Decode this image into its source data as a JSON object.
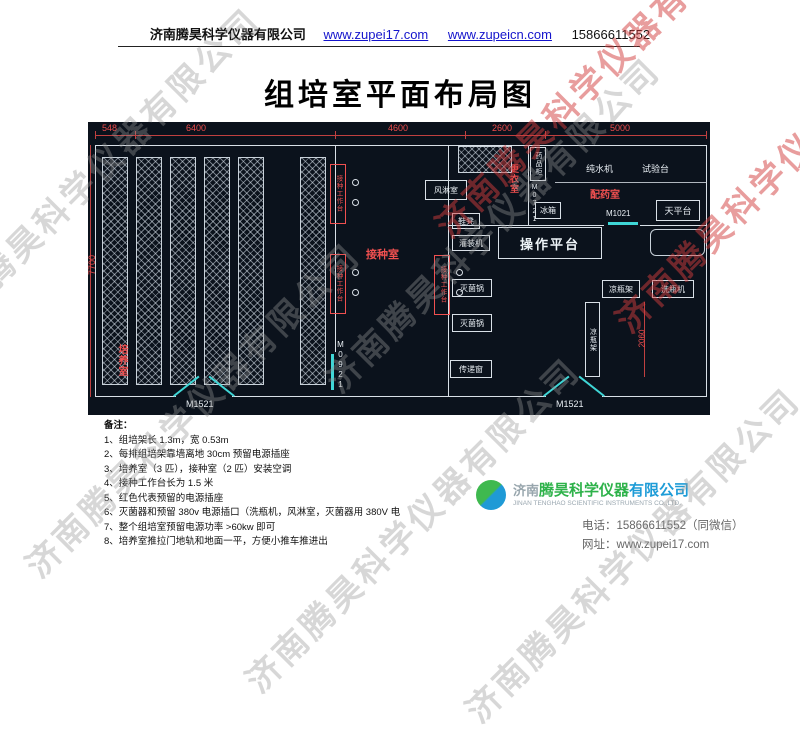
{
  "header": {
    "company": "济南腾昊科学仪器有限公司",
    "link1": "www.zupei17.com",
    "link2": "www.zupeicn.com",
    "phone": "15866611552"
  },
  "title": "组培室平面布局图",
  "watermark": "济南腾昊科学仪器有限公司",
  "colors": {
    "dimension_red": "#e04646",
    "wall_white": "#d9e0e7",
    "door_cyan": "#3fd6d6",
    "link_blue": "#1414cc",
    "logo_green": "#2eb24a",
    "logo_blue": "#1e9cd7",
    "drawing_background": "#0b121c"
  },
  "plan": {
    "dims": {
      "d548": "548",
      "d6400": "6400",
      "d4600": "4600",
      "d2600": "2600",
      "d5000": "5000",
      "d7700": "7700",
      "d2060": "2060"
    },
    "rooms": {
      "culture": "培养室",
      "inoculation": "接种室",
      "air_shower": "风淋室",
      "changing": "更衣室",
      "dispensing": "配药室"
    },
    "items": {
      "medicine_cabinet": "药品柜",
      "pure_water": "纯水机",
      "test_bench": "试验台",
      "balance": "天平台",
      "fridge": "冰箱",
      "shoe_bench": "鞋凳",
      "filler": "灌装机",
      "platform": "操作平台",
      "sterilizer": "灭菌锅",
      "transfer": "传递窗",
      "rack": "凉瓶架",
      "washer": "洗瓶机",
      "workbench": "接种工作台"
    },
    "doors": {
      "m1521": "M1521",
      "m0921": "M0921",
      "m0721": "M0721",
      "m1021": "M1021"
    }
  },
  "notes": {
    "heading": "备注：",
    "items": [
      "1、组培架长 1.3m，宽 0.53m",
      "2、每排组培架靠墙离地 30cm 预留电源插座",
      "3、培养室（3 匹），接种室（2 匹）安装空调",
      "4、接种工作台长为 1.5 米",
      "5、红色代表预留的电源插座",
      "6、灭菌器和预留 380v 电源插口（洗瓶机，风淋室，灭菌器用 380V 电",
      "7、整个组培室预留电源功率 >60kw 即可",
      "8、培养室推拉门地轨和地面一平，方便小推车推进出"
    ]
  },
  "footer": {
    "company_prefix": "济南",
    "company_mid": "腾昊科学仪器",
    "company_suffix": "有限公司",
    "company_en": "JINAN TENGHAO SCIENTIFIC INSTRUMENTS CO.,LTD.",
    "phone": "电话：15866611552（同微信）",
    "site": "网址：www.zupei17.com"
  }
}
